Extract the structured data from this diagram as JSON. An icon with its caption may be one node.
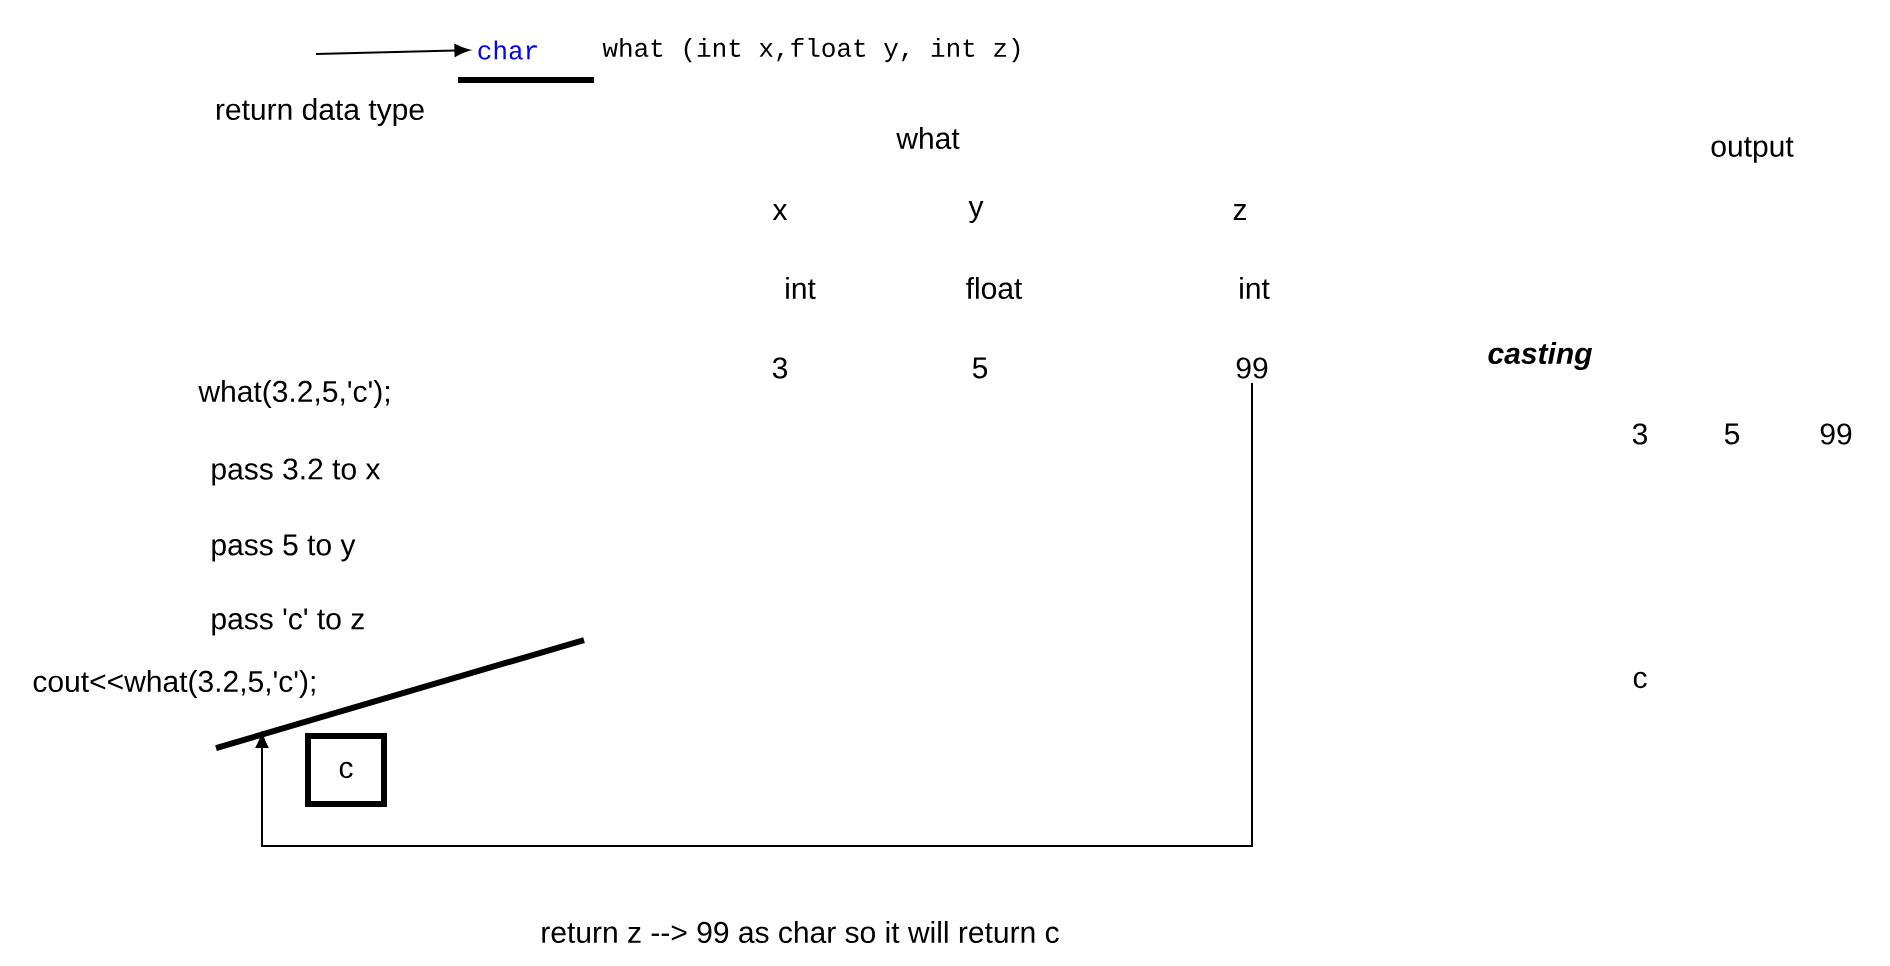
{
  "diagram": {
    "nodes": [
      {
        "text": [
          "char"
        ]
      },
      {
        "text": [
          "99"
        ]
      },
      {
        "text": [
          "cout<<what(3.2,5,'c');"
        ]
      },
      {
        "text": [
          "c"
        ]
      }
    ],
    "edges": [
      {
        "from": null,
        "to": 0,
        "arrow": "to"
      },
      {
        "from": 1,
        "to": 2,
        "arrow": "to"
      }
    ],
    "labels": [
      "what (int x,float y, int z)",
      "return data type",
      "what",
      "output",
      "x",
      "y",
      "z",
      "int",
      "float",
      "int",
      "casting",
      "3",
      "5",
      "what(3.2,5,'c');",
      "3",
      "5",
      "99",
      "pass 3.2 to x",
      "pass 5 to y",
      "pass 'c' to z",
      "c",
      "return z --> 99 as char so it will return c"
    ]
  }
}
